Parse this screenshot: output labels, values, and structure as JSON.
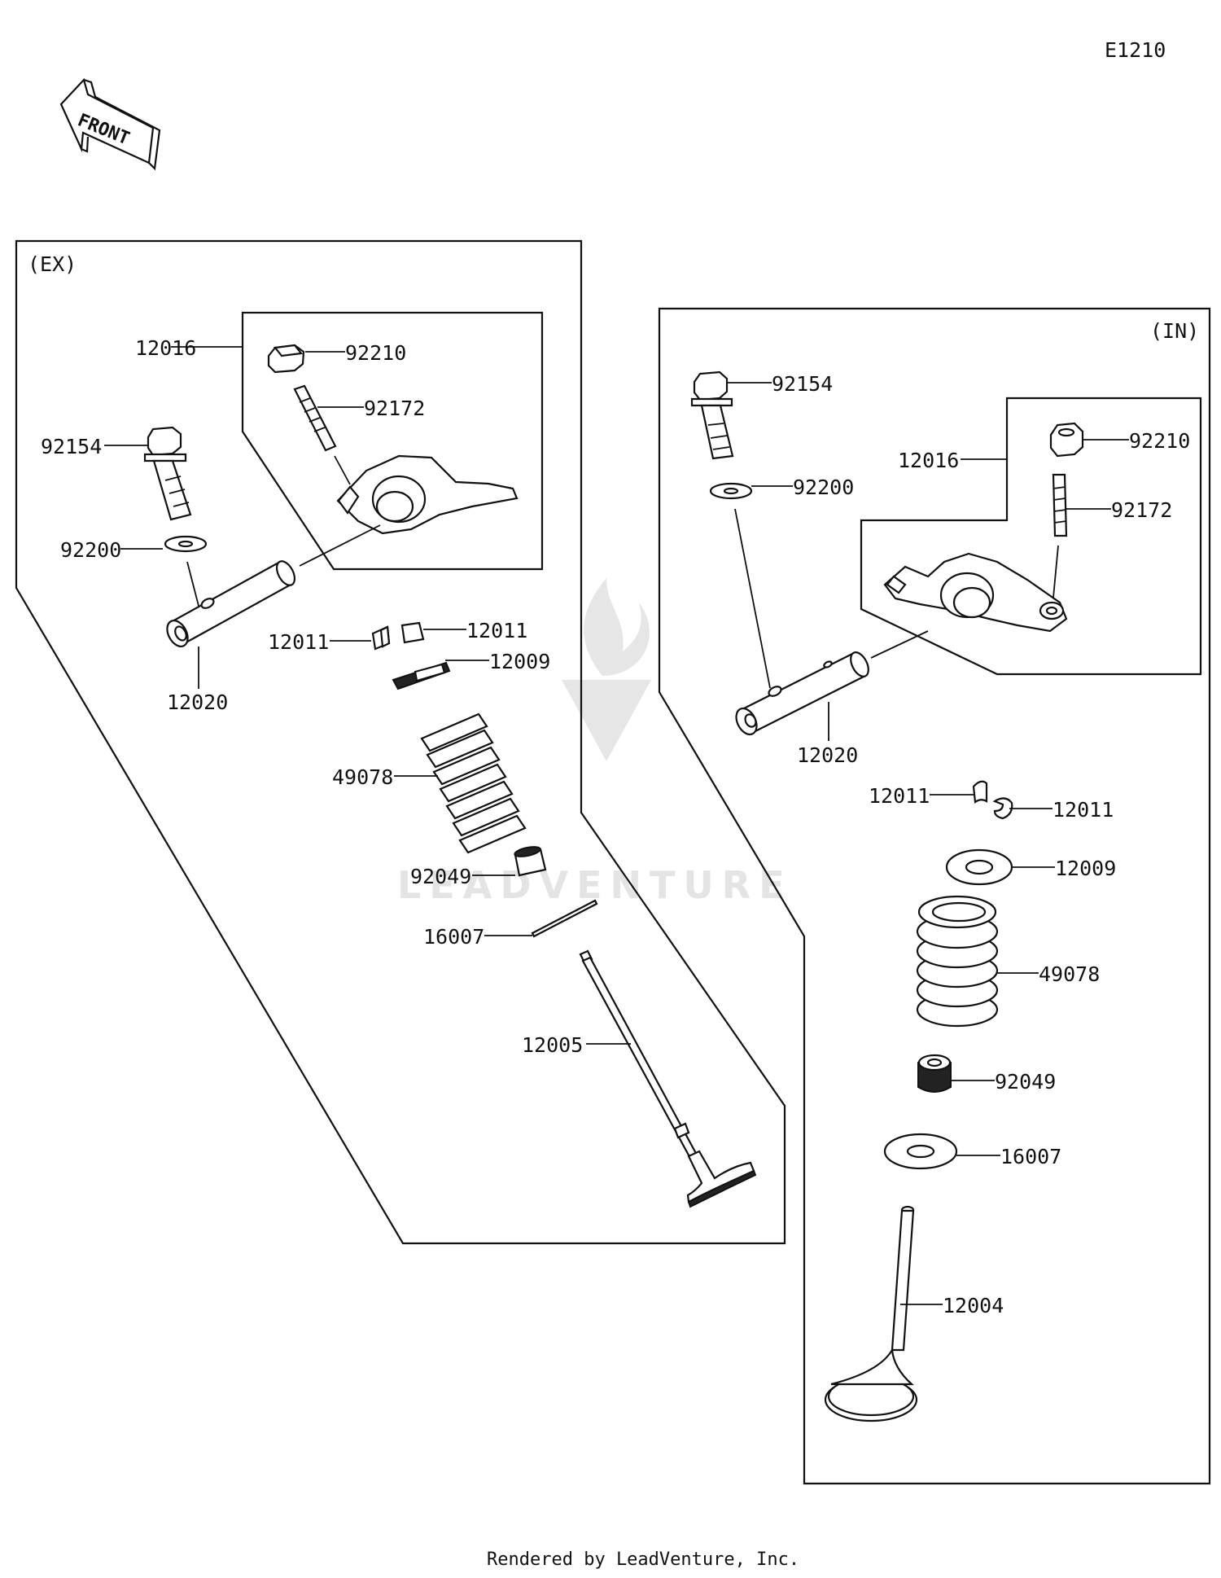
{
  "diagram_code": "E1210",
  "front_arrow_label": "FRONT",
  "footer": "Rendered by LeadVenture, Inc.",
  "watermark": "LEADVENTURE",
  "exhaust": {
    "section_label": "(EX)",
    "parts": {
      "rocker_arm_assy": "12016",
      "nut": "92210",
      "adjust_screw": "92172",
      "bolt": "92154",
      "washer": "92200",
      "rocker_shaft": "12020",
      "cotter_left": "12011",
      "cotter_right": "12011",
      "retainer": "12009",
      "spring": "49078",
      "stem_seal": "92049",
      "seat": "16007",
      "valve": "12005"
    }
  },
  "intake": {
    "section_label": "(IN)",
    "parts": {
      "bolt": "92154",
      "washer": "92200",
      "rocker_arm_assy": "12016",
      "nut": "92210",
      "adjust_screw": "92172",
      "rocker_shaft": "12020",
      "cotter_left": "12011",
      "cotter_right": "12011",
      "retainer": "12009",
      "spring": "49078",
      "stem_seal": "92049",
      "seat": "16007",
      "valve": "12004"
    }
  }
}
